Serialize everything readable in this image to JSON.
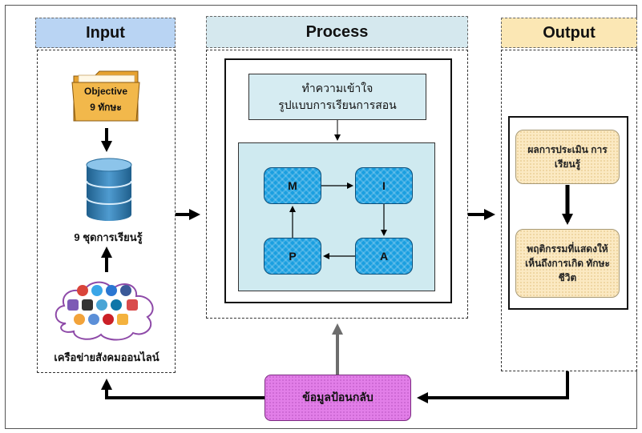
{
  "input": {
    "header": "Input",
    "folder_line1": "Objective",
    "folder_line2": "9 ทักษะ",
    "database_label": "9 ชุดการเรียนรู้",
    "network_label": "เครือข่ายสังคมออนไลน์",
    "social_icons": [
      "google-plus",
      "twitter",
      "dropbox",
      "facebook",
      "music",
      "video",
      "share",
      "linkedin",
      "camera",
      "rss",
      "search",
      "pinterest",
      "folder"
    ]
  },
  "process": {
    "header": "Process",
    "top_box_line1": "ทำความเข้าใจ",
    "top_box_line2": "รูปแบบการเรียนการสอน",
    "nodes": {
      "m": "M",
      "i": "I",
      "a": "A",
      "p": "P"
    }
  },
  "output": {
    "header": "Output",
    "box1": "ผลการประเมิน การเรียนรู้",
    "box2": "พฤติกรรมที่แสดงให้ เห็นถึงการเกิด ทักษะชีวิต"
  },
  "feedback": {
    "label": "ข้อมูลป้อนกลับ"
  }
}
